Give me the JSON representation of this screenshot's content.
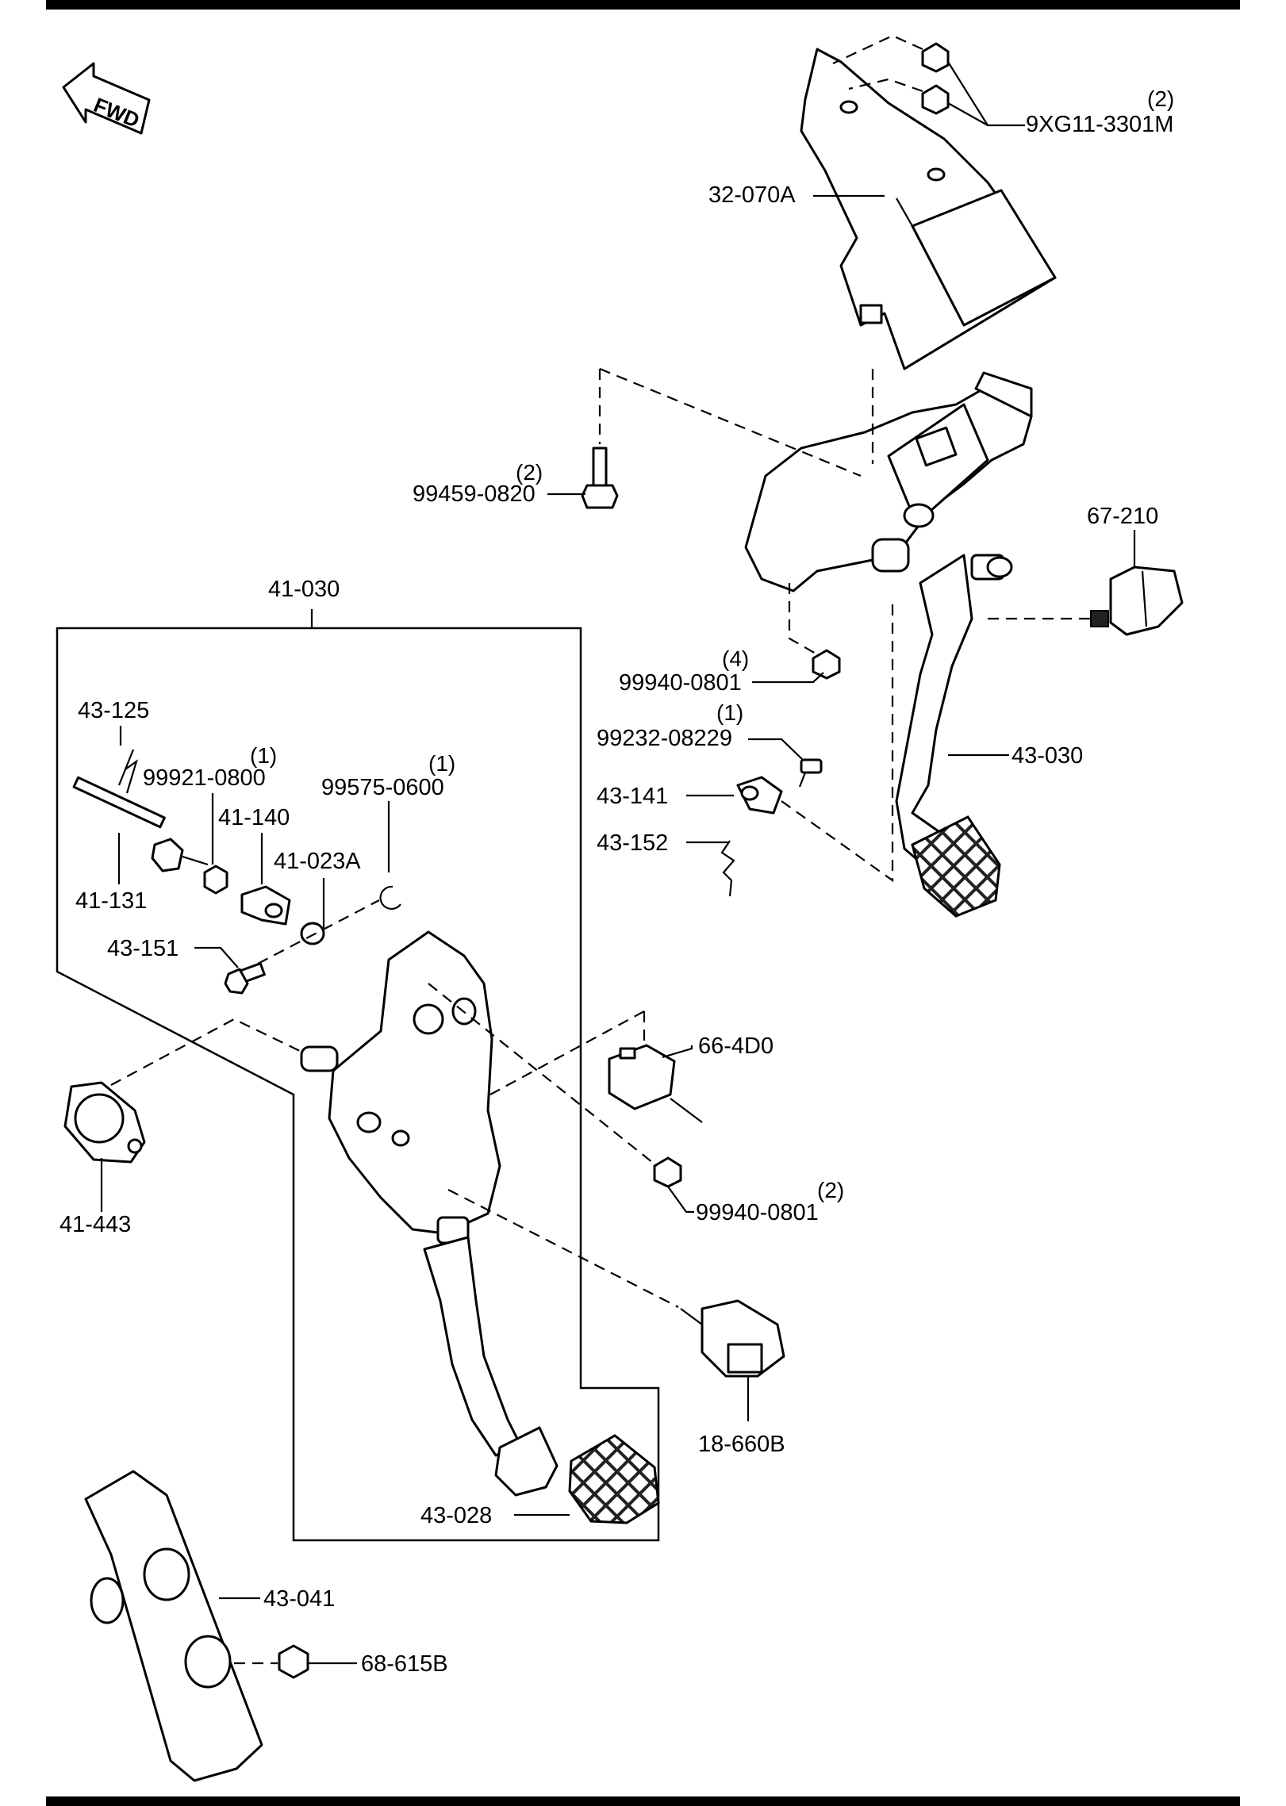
{
  "direction_marker": {
    "text": "FWD"
  },
  "callouts": [
    {
      "id": "9XG11-3301M",
      "qty": "(2)"
    },
    {
      "id": "32-070A",
      "qty": ""
    },
    {
      "id": "99459-0820",
      "qty": "(2)"
    },
    {
      "id": "67-210",
      "qty": ""
    },
    {
      "id": "41-030",
      "qty": ""
    },
    {
      "id": "99940-0801",
      "qty": "(4)"
    },
    {
      "id": "99232-08229",
      "qty": "(1)"
    },
    {
      "id": "43-030",
      "qty": ""
    },
    {
      "id": "43-141",
      "qty": ""
    },
    {
      "id": "43-152",
      "qty": ""
    },
    {
      "id": "43-125",
      "qty": ""
    },
    {
      "id": "99921-0800",
      "qty": "(1)"
    },
    {
      "id": "99575-0600",
      "qty": "(1)"
    },
    {
      "id": "41-140",
      "qty": ""
    },
    {
      "id": "41-023A",
      "qty": ""
    },
    {
      "id": "41-131",
      "qty": ""
    },
    {
      "id": "43-151",
      "qty": ""
    },
    {
      "id": "66-4D0",
      "qty": ""
    },
    {
      "id": "41-443",
      "qty": ""
    },
    {
      "id": "99940-0801",
      "qty": "(2)"
    },
    {
      "id": "18-660B",
      "qty": ""
    },
    {
      "id": "43-028",
      "qty": ""
    },
    {
      "id": "43-041",
      "qty": ""
    },
    {
      "id": "68-615B",
      "qty": ""
    }
  ]
}
